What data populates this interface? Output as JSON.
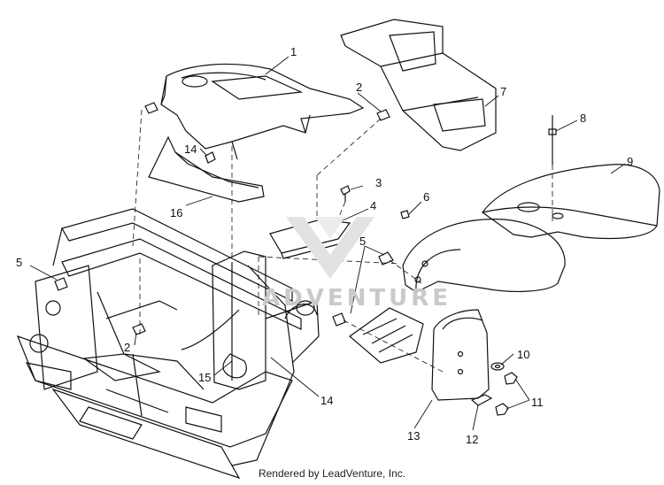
{
  "callouts": {
    "c1": "1",
    "c2a": "2",
    "c2b": "2",
    "c3": "3",
    "c4": "4",
    "c5a": "5",
    "c5b": "5",
    "c6": "6",
    "c7": "7",
    "c8": "8",
    "c9": "9",
    "c10": "10",
    "c11": "11",
    "c12": "12",
    "c13": "13",
    "c14a": "14",
    "c14b": "14",
    "c15": "15",
    "c16": "16"
  },
  "watermark": "ADVENTURE",
  "footer": "Rendered by LeadVenture, Inc.",
  "colors": {
    "line": "#111111",
    "paper": "#ffffff",
    "watermark": "#c9c9c9"
  }
}
